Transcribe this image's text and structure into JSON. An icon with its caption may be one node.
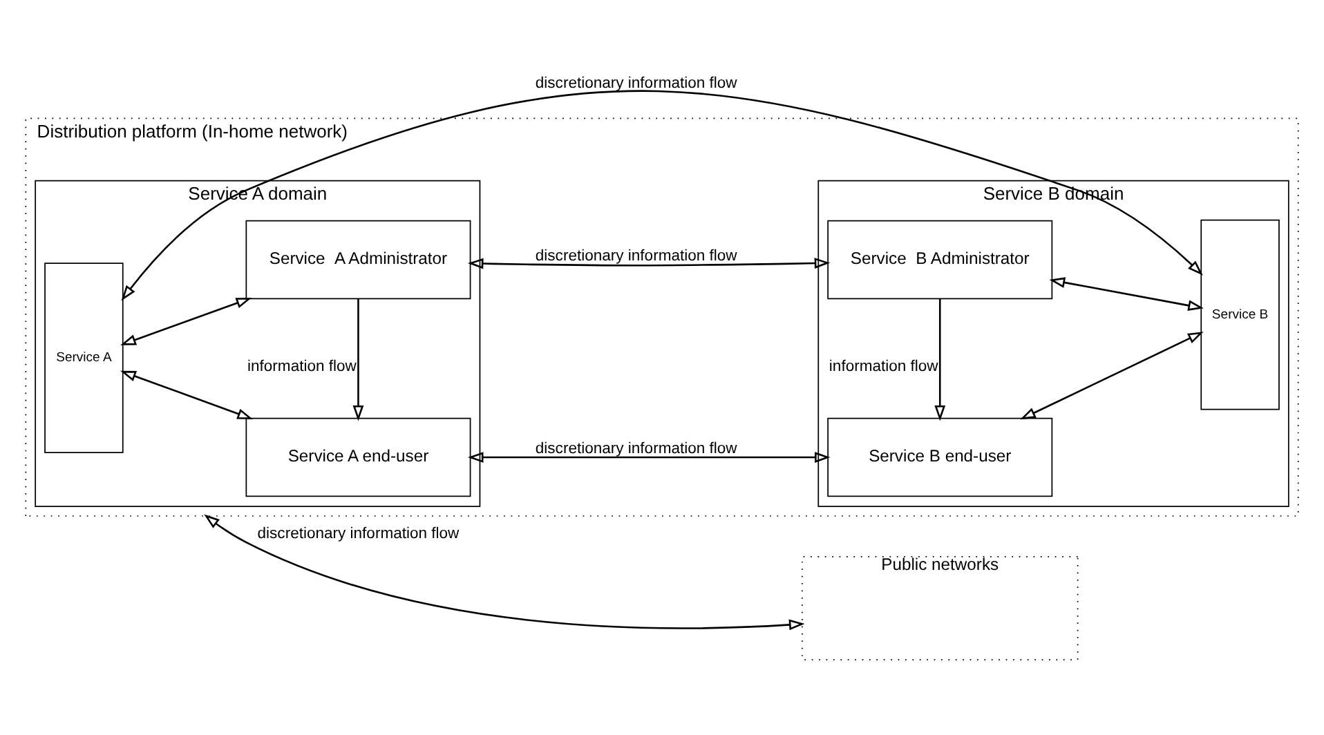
{
  "diagram": {
    "nodes": [
      {
        "text": [
          "Distribution platform (In-home network)"
        ]
      },
      {
        "text": [
          "Service A domain"
        ],
        "in": 0
      },
      {
        "text": [
          "Service A"
        ],
        "in": 1
      },
      {
        "text": [
          "Service  A Administrator"
        ],
        "in": 1
      },
      {
        "text": [
          "Service A end-user"
        ],
        "in": 1
      },
      {
        "text": [
          "Service B domain"
        ],
        "in": 0
      },
      {
        "text": [
          "Service  B Administrator"
        ],
        "in": 5
      },
      {
        "text": [
          "Service B end-user"
        ],
        "in": 5
      },
      {
        "text": [
          "Service B"
        ],
        "in": 5
      },
      {
        "text": [
          "Public networks"
        ]
      }
    ],
    "edges": [
      {
        "from": 2,
        "to": 3,
        "arrow": "both"
      },
      {
        "from": 2,
        "to": 4,
        "arrow": "both"
      },
      {
        "from": 3,
        "to": 4,
        "arrow": "to",
        "label": "information flow"
      },
      {
        "from": 3,
        "to": 6,
        "arrow": "both",
        "label": "discretionary information flow"
      },
      {
        "from": 4,
        "to": 7,
        "arrow": "both",
        "label": "discretionary information flow"
      },
      {
        "from": 6,
        "to": 7,
        "arrow": "to",
        "label": "information flow"
      },
      {
        "from": 6,
        "to": 8,
        "arrow": "both"
      },
      {
        "from": 7,
        "to": 8,
        "arrow": "both"
      },
      {
        "from": 2,
        "to": 8,
        "arrow": "both",
        "label": "discretionary information flow"
      },
      {
        "from": 0,
        "to": 9,
        "arrow": "both",
        "label": "discretionary information flow"
      }
    ]
  }
}
